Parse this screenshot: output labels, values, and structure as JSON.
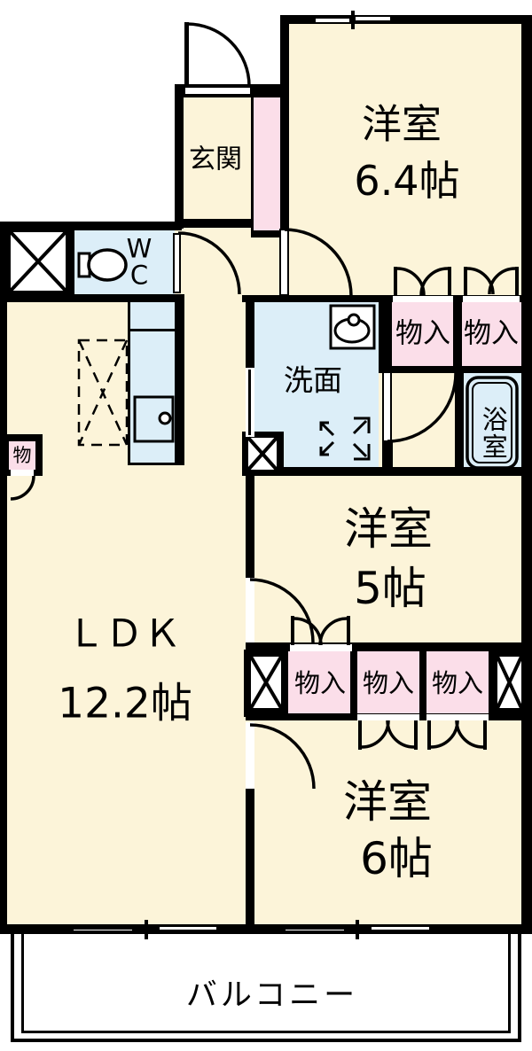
{
  "floorplan": {
    "title": "apartment-floor-plan",
    "rooms": {
      "genkan": {
        "label": "玄関"
      },
      "western_room_64": {
        "label": "洋室",
        "size": "6.4帖"
      },
      "wc": {
        "label": "W\nC"
      },
      "washroom": {
        "label": "洗面"
      },
      "bathroom": {
        "label": "浴室"
      },
      "western_room_5": {
        "label": "洋室",
        "size": "5帖"
      },
      "western_room_6": {
        "label": "洋室",
        "size": "6帖"
      },
      "ldk": {
        "label": "ＬＤＫ",
        "size": "12.2帖"
      },
      "balcony": {
        "label": "バルコニー"
      }
    },
    "storage": {
      "closet_upper_1": {
        "label": "物入"
      },
      "closet_upper_2": {
        "label": "物入"
      },
      "closet_mid_1": {
        "label": "物入"
      },
      "closet_mid_2": {
        "label": "物入"
      },
      "closet_mid_3": {
        "label": "物入"
      },
      "side_storage": {
        "label": "物"
      }
    },
    "colors": {
      "floor": "#FCF4D9",
      "wet_area": "#DCEEF8",
      "closet": "#FBDEE9",
      "wall": "#000000",
      "balcony": "#FFFFFF"
    }
  }
}
